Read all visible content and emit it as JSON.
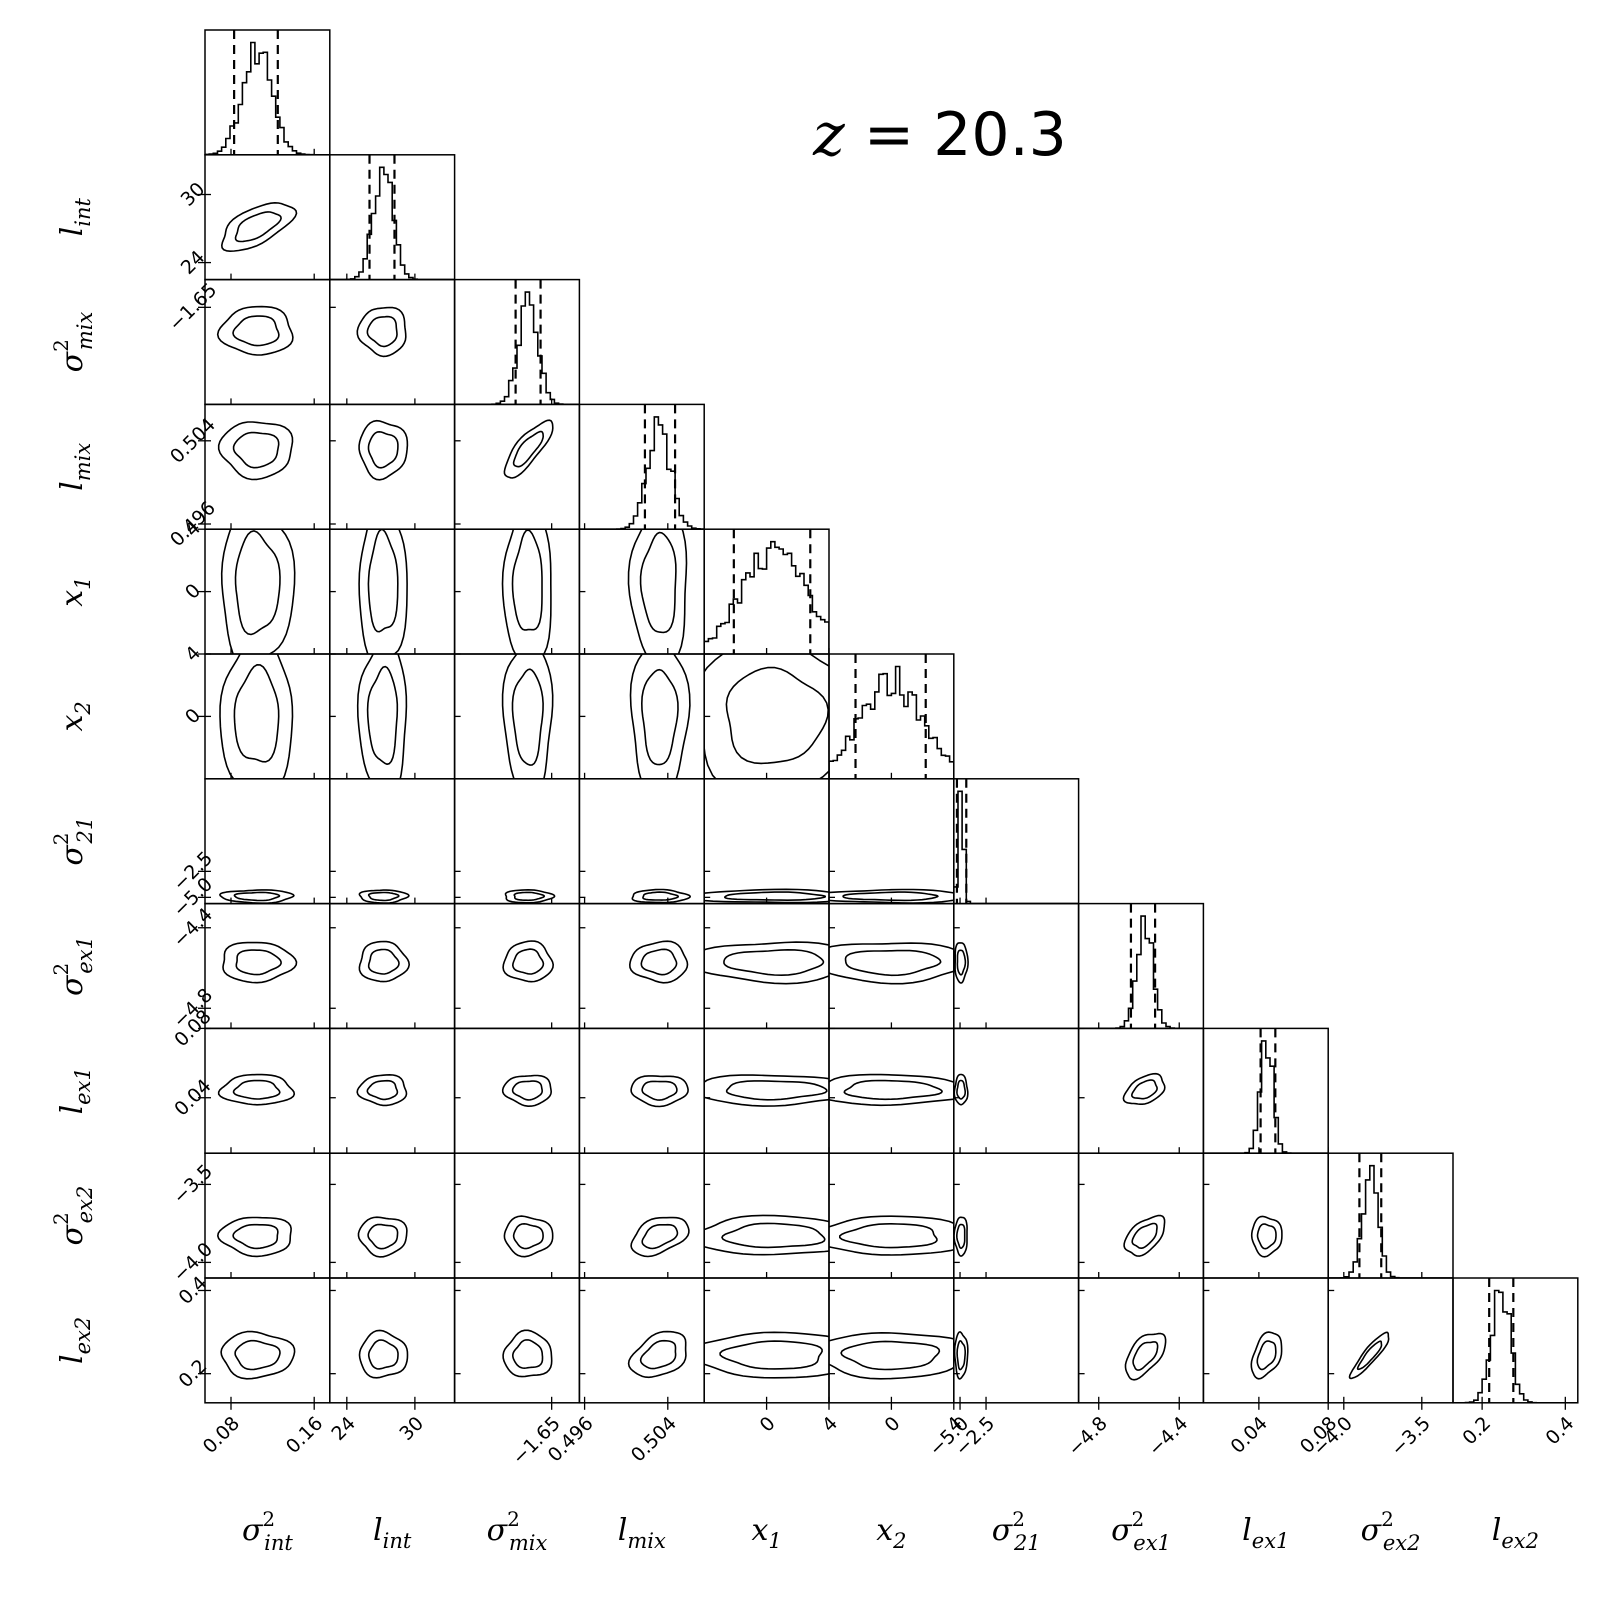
{
  "annotation": {
    "variable": "z",
    "operator": "=",
    "value": "20.3"
  },
  "chart_data": {
    "type": "corner",
    "parameters": [
      {
        "id": "sigma2_int",
        "label": {
          "base": "σ",
          "sup": "2",
          "sub": "int"
        },
        "range": [
          0.055,
          0.175
        ],
        "ticks": [
          0.08,
          0.16
        ],
        "tick_labels": [
          "0.08",
          "0.16"
        ],
        "center": 0.105,
        "spread": 0.014,
        "q": [
          0.083,
          0.125
        ]
      },
      {
        "id": "l_int",
        "label": {
          "base": "l",
          "sup": "",
          "sub": "int"
        },
        "range": [
          22.5,
          33.5
        ],
        "ticks": [
          24,
          30
        ],
        "tick_labels": [
          "24",
          "30"
        ],
        "center": 27.2,
        "spread": 0.85,
        "q": [
          26.0,
          28.2
        ]
      },
      {
        "id": "sigma2_mix",
        "label": {
          "base": "σ",
          "sup": "2",
          "sub": "mix"
        },
        "range": [
          -1.72,
          -1.63
        ],
        "ticks": [
          -1.65
        ],
        "tick_labels": [
          "−1.65"
        ],
        "center": -1.667,
        "spread": 0.007,
        "q": [
          -1.676,
          -1.658
        ]
      },
      {
        "id": "l_mix",
        "label": {
          "base": "l",
          "sup": "",
          "sub": "mix"
        },
        "range": [
          0.4955,
          0.5075
        ],
        "ticks": [
          0.496,
          0.504
        ],
        "tick_labels": [
          "0.496",
          "0.504"
        ],
        "center": 0.5032,
        "spread": 0.0011,
        "q": [
          0.5018,
          0.5047
        ]
      },
      {
        "id": "x1",
        "label": {
          "base": "x",
          "sup": "",
          "sub": "1"
        },
        "range": [
          -4.0,
          4.0
        ],
        "ticks": [
          0,
          4
        ],
        "tick_labels": [
          "0",
          "4"
        ],
        "center": 0.5,
        "spread": 2.1,
        "q": [
          -2.1,
          2.8
        ]
      },
      {
        "id": "x2",
        "label": {
          "base": "x",
          "sup": "",
          "sub": "2"
        },
        "range": [
          -4.0,
          4.0
        ],
        "ticks": [
          0,
          4
        ],
        "tick_labels": [
          "0",
          "4"
        ],
        "center": 0.0,
        "spread": 2.0,
        "q": [
          -2.3,
          2.2
        ]
      },
      {
        "id": "sigma2_21",
        "label": {
          "base": "σ",
          "sup": "2",
          "sub": "21"
        },
        "range": [
          -5.6,
          6.4
        ],
        "ticks": [
          -5.0,
          -2.5
        ],
        "tick_labels": [
          "−5.0",
          "−2.5"
        ],
        "center": -4.9,
        "spread": 0.25,
        "q": [
          -5.3,
          -4.4
        ]
      },
      {
        "id": "sigma2_ex1",
        "label": {
          "base": "σ",
          "sup": "2",
          "sub": "ex1"
        },
        "range": [
          -4.9,
          -4.28
        ],
        "ticks": [
          -4.8,
          -4.4
        ],
        "tick_labels": [
          "−4.8",
          "−4.4"
        ],
        "center": -4.57,
        "spread": 0.04,
        "q": [
          -4.64,
          -4.52
        ]
      },
      {
        "id": "l_ex1",
        "label": {
          "base": "l",
          "sup": "",
          "sub": "ex1"
        },
        "range": [
          0.008,
          0.08
        ],
        "ticks": [
          0.04,
          0.08
        ],
        "tick_labels": [
          "0.04",
          "0.08"
        ],
        "center": 0.0445,
        "spread": 0.0035,
        "q": [
          0.041,
          0.0495
        ]
      },
      {
        "id": "sigma2_ex2",
        "label": {
          "base": "σ",
          "sup": "2",
          "sub": "ex2"
        },
        "range": [
          -4.1,
          -3.3
        ],
        "ticks": [
          -4.0,
          -3.5
        ],
        "tick_labels": [
          "−4.0",
          "−3.5"
        ],
        "center": -3.83,
        "spread": 0.05,
        "q": [
          -3.9,
          -3.76
        ]
      },
      {
        "id": "l_ex2",
        "label": {
          "base": "l",
          "sup": "",
          "sub": "ex2"
        },
        "range": [
          0.13,
          0.43
        ],
        "ticks": [
          0.2,
          0.4
        ],
        "tick_labels": [
          "0.2",
          "0.4"
        ],
        "center": 0.245,
        "spread": 0.022,
        "q": [
          0.217,
          0.275
        ]
      }
    ],
    "correlations": [
      {
        "pair": [
          "sigma2_int",
          "l_int"
        ],
        "rho": 0.6
      },
      {
        "pair": [
          "sigma2_mix",
          "l_mix"
        ],
        "rho": 0.8
      },
      {
        "pair": [
          "sigma2_ex1",
          "l_ex1"
        ],
        "rho": 0.4
      },
      {
        "pair": [
          "sigma2_ex1",
          "sigma2_ex2"
        ],
        "rho": 0.5
      },
      {
        "pair": [
          "l_mix",
          "sigma2_ex2"
        ],
        "rho": 0.4
      },
      {
        "pair": [
          "l_mix",
          "l_ex2"
        ],
        "rho": 0.35
      },
      {
        "pair": [
          "sigma2_ex1",
          "l_ex2"
        ],
        "rho": 0.55
      },
      {
        "pair": [
          "l_ex1",
          "l_ex2"
        ],
        "rho": 0.4
      },
      {
        "pair": [
          "sigma2_ex2",
          "l_ex2"
        ],
        "rho": 0.9
      }
    ],
    "contour_levels": [
      "1-sigma",
      "2-sigma"
    ],
    "quantile_lines": "dashed",
    "colors": {
      "contour": "#000000",
      "density": "#000000",
      "background": "#ffffff"
    }
  }
}
